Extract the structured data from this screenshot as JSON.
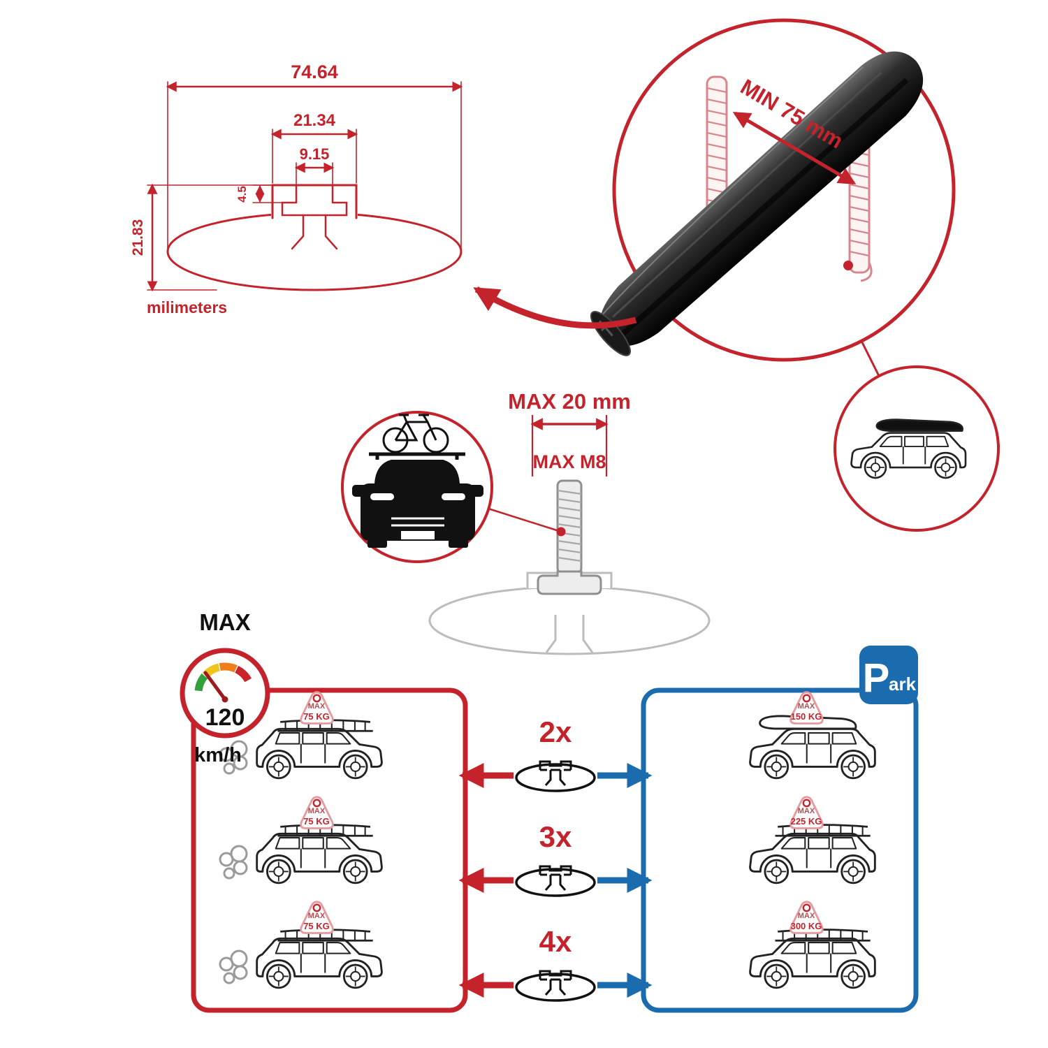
{
  "colors": {
    "accent_red": "#c4232b",
    "accent_blue": "#1a6caf",
    "profile_grey": "#b8b8b8",
    "tag_pink": "#e59a9e"
  },
  "dimension_diagram": {
    "total_width": "74.64",
    "channel_width": "21.34",
    "slot_width": "9.15",
    "lip_depth": "4.5",
    "total_height": "21.83",
    "units_label": "milimeters"
  },
  "crossbar_detail": {
    "min_span_label": "MIN 75 mm"
  },
  "bolt_detail": {
    "max_length_label": "MAX 20 mm",
    "max_thread_label": "MAX M8"
  },
  "speed_limit": {
    "title": "MAX",
    "value": "120",
    "unit": "km/h"
  },
  "park_sign": {
    "letter": "P",
    "rest": "ark"
  },
  "multipliers": [
    {
      "label": "2x"
    },
    {
      "label": "3x"
    },
    {
      "label": "4x"
    }
  ],
  "driving_loads": [
    {
      "line1": "MAX",
      "line2": "75 KG"
    },
    {
      "line1": "MAX",
      "line2": "75 KG"
    },
    {
      "line1": "MAX",
      "line2": "75 KG"
    }
  ],
  "parking_loads": [
    {
      "line1": "MAX",
      "line2": "150 KG"
    },
    {
      "line1": "MAX",
      "line2": "225 KG"
    },
    {
      "line1": "MAX",
      "line2": "300 KG"
    }
  ]
}
